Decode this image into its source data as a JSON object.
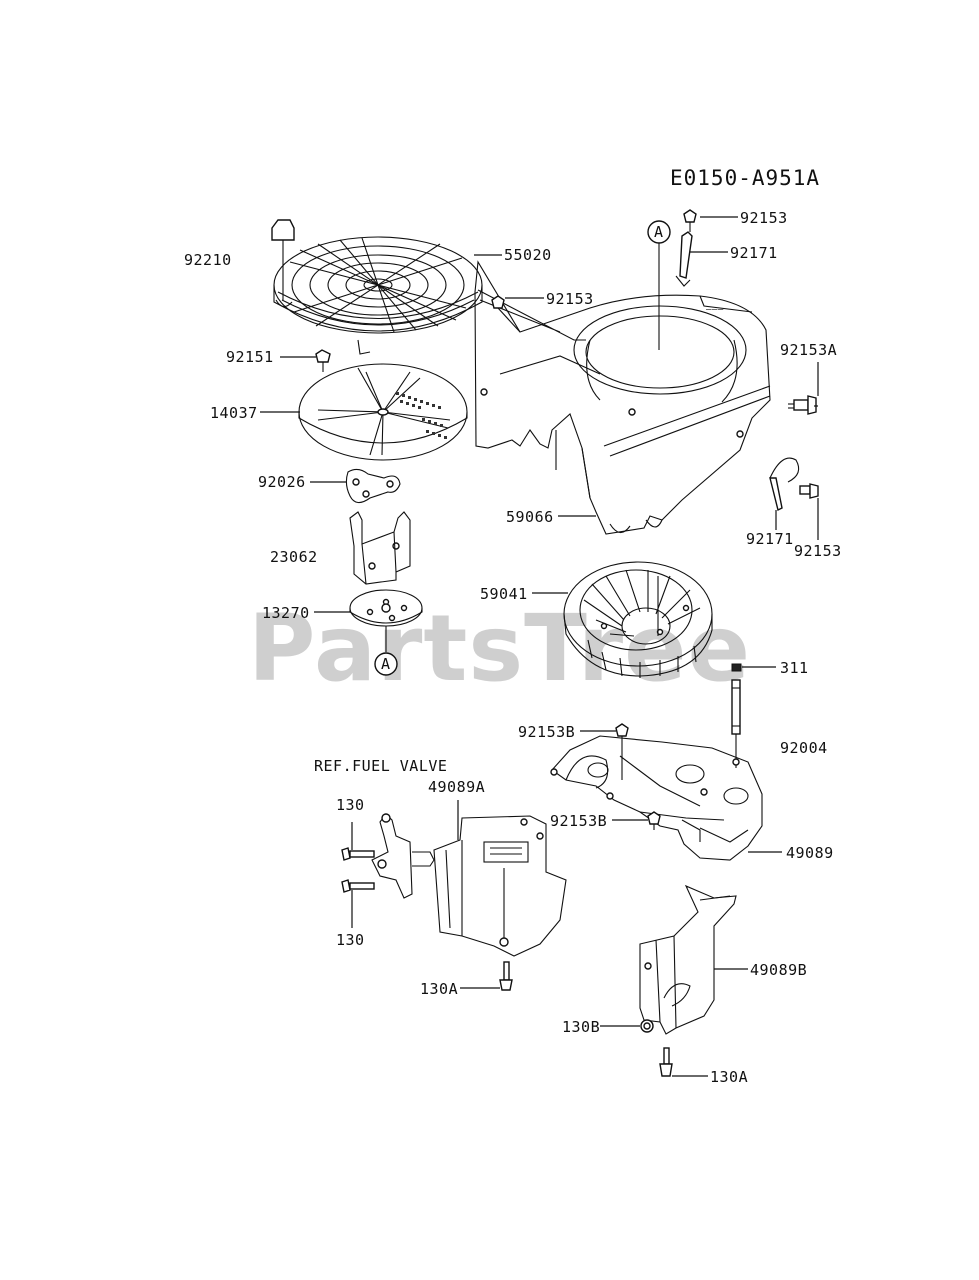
{
  "diagram": {
    "code": "E0150-A951A",
    "watermark": "PartsTree",
    "ref_note": "REF.FUEL VALVE",
    "callout": "A",
    "labels": {
      "p92153_top": "92153",
      "p92171_top": "92171",
      "p92210": "92210",
      "p55020": "55020",
      "p92153_mid": "92153",
      "p92153A": "92153A",
      "p92151": "92151",
      "p14037": "14037",
      "p92026": "92026",
      "p59066": "59066",
      "p92171_low": "92171",
      "p92153_low": "92153",
      "p23062": "23062",
      "p59041": "59041",
      "p13270": "13270",
      "p311": "311",
      "p92153B_a": "92153B",
      "p92004": "92004",
      "p49089A": "49089A",
      "p130_a": "130",
      "p92153B_b": "92153B",
      "p49089": "49089",
      "p130_b": "130",
      "p130A_a": "130A",
      "p49089B": "49089B",
      "p130B": "130B",
      "p130A_b": "130A"
    }
  }
}
